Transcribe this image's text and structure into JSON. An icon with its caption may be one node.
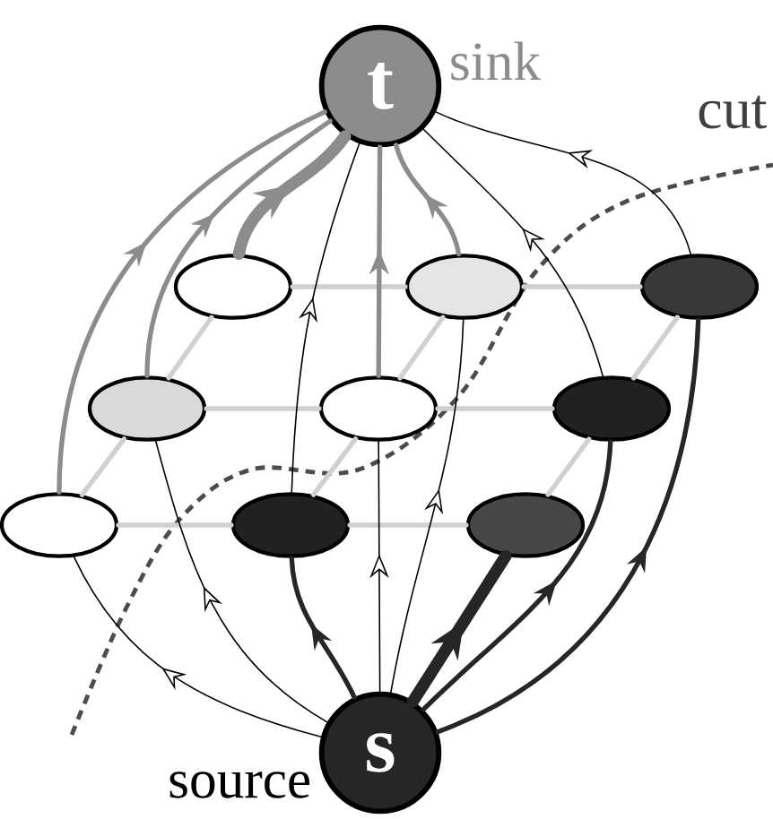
{
  "diagram": {
    "nodes": [
      {
        "text": [
          "t"
        ],
        "beside": [
          "sink"
        ]
      },
      {
        "text": [],
        "shape": "ellipse"
      },
      {
        "text": [],
        "shape": "ellipse"
      },
      {
        "text": [],
        "shape": "ellipse"
      },
      {
        "text": [],
        "shape": "ellipse"
      },
      {
        "text": [],
        "shape": "ellipse"
      },
      {
        "text": [],
        "shape": "ellipse"
      },
      {
        "text": [],
        "shape": "ellipse"
      },
      {
        "text": [],
        "shape": "ellipse"
      },
      {
        "text": [],
        "shape": "ellipse"
      },
      {
        "text": [
          "s"
        ],
        "beside": [
          "source"
        ]
      }
    ],
    "edges": [
      {
        "from": 1,
        "to": 2,
        "arrow": "none",
        "color": "#d0d0d0"
      },
      {
        "from": 2,
        "to": 3,
        "arrow": "none",
        "color": "#d0d0d0"
      },
      {
        "from": 4,
        "to": 5,
        "arrow": "none",
        "color": "#d0d0d0"
      },
      {
        "from": 5,
        "to": 6,
        "arrow": "none",
        "color": "#d0d0d0"
      },
      {
        "from": 7,
        "to": 8,
        "arrow": "none",
        "color": "#d0d0d0"
      },
      {
        "from": 8,
        "to": 9,
        "arrow": "none",
        "color": "#d0d0d0"
      },
      {
        "from": 1,
        "to": 4,
        "arrow": "none",
        "color": "#d0d0d0"
      },
      {
        "from": 4,
        "to": 7,
        "arrow": "none",
        "color": "#d0d0d0"
      },
      {
        "from": 2,
        "to": 5,
        "arrow": "none",
        "color": "#d0d0d0"
      },
      {
        "from": 5,
        "to": 8,
        "arrow": "none",
        "color": "#d0d0d0"
      },
      {
        "from": 3,
        "to": 6,
        "arrow": "none",
        "color": "#d0d0d0"
      },
      {
        "from": 6,
        "to": 9,
        "arrow": "none",
        "color": "#d0d0d0"
      },
      {
        "from": 7,
        "to": 0,
        "arrow": "to",
        "color": "#8c8c8c"
      },
      {
        "from": 4,
        "to": 0,
        "arrow": "to",
        "color": "#8c8c8c"
      },
      {
        "from": 1,
        "to": 0,
        "arrow": "to",
        "color": "#8c8c8c",
        "style": "thick"
      },
      {
        "from": 5,
        "to": 0,
        "arrow": "to",
        "color": "#8c8c8c"
      },
      {
        "from": 2,
        "to": 0,
        "arrow": "to",
        "color": "#8c8c8c"
      },
      {
        "from": 8,
        "to": 0,
        "arrow": "to",
        "color": "#000000"
      },
      {
        "from": 6,
        "to": 0,
        "arrow": "to",
        "color": "#000000"
      },
      {
        "from": 3,
        "to": 0,
        "arrow": "to",
        "color": "#000000"
      },
      {
        "from": 10,
        "to": 7,
        "arrow": "to",
        "color": "#000000"
      },
      {
        "from": 10,
        "to": 4,
        "arrow": "to",
        "color": "#000000"
      },
      {
        "from": 10,
        "to": 8,
        "arrow": "to",
        "color": "#262626"
      },
      {
        "from": 10,
        "to": 5,
        "arrow": "to",
        "color": "#000000"
      },
      {
        "from": 10,
        "to": 2,
        "arrow": "to",
        "color": "#000000"
      },
      {
        "from": 10,
        "to": 9,
        "arrow": "to",
        "color": "#262626",
        "style": "thick"
      },
      {
        "from": 10,
        "to": 6,
        "arrow": "to",
        "color": "#262626"
      },
      {
        "from": 10,
        "to": 3,
        "arrow": "to",
        "color": "#262626"
      }
    ],
    "labels": [
      "cut"
    ]
  }
}
